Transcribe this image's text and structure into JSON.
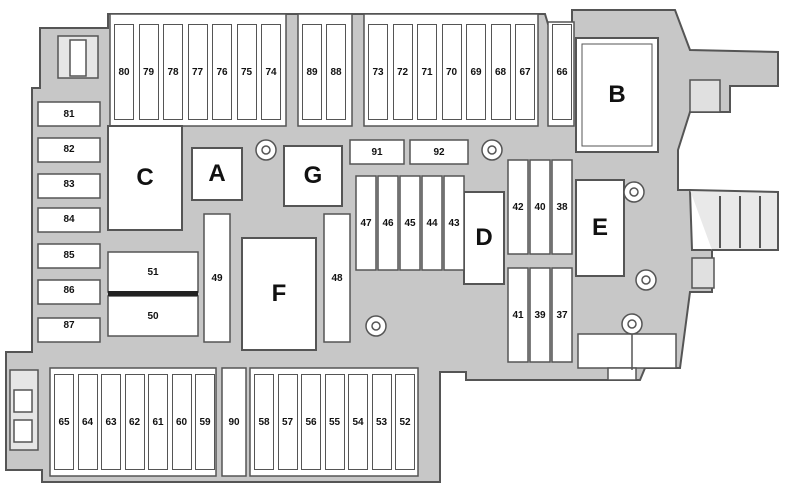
{
  "relays": {
    "A": "A",
    "B": "B",
    "C": "C",
    "D": "D",
    "E": "E",
    "F": "F",
    "G": "G"
  },
  "fuses": {
    "top_left": [
      "80",
      "79",
      "78",
      "77",
      "76",
      "75",
      "74"
    ],
    "top_mid": [
      "89",
      "88"
    ],
    "top_right": [
      "73",
      "72",
      "71",
      "70",
      "69",
      "68",
      "67"
    ],
    "top_far": [
      "66"
    ],
    "left_column": [
      "81",
      "82",
      "83",
      "84",
      "85",
      "86",
      "87"
    ],
    "mid_row": [
      "91",
      "92"
    ],
    "center_col": [
      "47",
      "46",
      "45",
      "44",
      "43"
    ],
    "right_upper": [
      "42",
      "40",
      "38"
    ],
    "right_lower": [
      "41",
      "39",
      "37"
    ],
    "horizontal": [
      "51",
      "50"
    ],
    "vertical_left": "49",
    "vertical_right": "48",
    "bottom_left": [
      "65",
      "64",
      "63",
      "62",
      "61",
      "60",
      "59"
    ],
    "bottom_single": "90",
    "bottom_right": [
      "58",
      "57",
      "56",
      "55",
      "54",
      "53",
      "52"
    ]
  }
}
